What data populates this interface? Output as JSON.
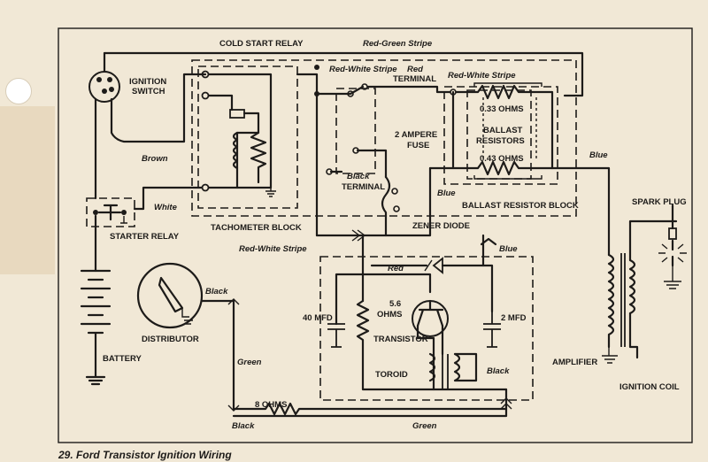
{
  "caption": {
    "number": "29.",
    "title": "Ford Transistor Ignition Wiring"
  },
  "labels": {
    "cold_start_relay": "COLD START RELAY",
    "red_green_stripe": "Red-Green Stripe",
    "ignition_switch_1": "IGNITION",
    "ignition_switch_2": "SWITCH",
    "red_white_stripe_top": "Red-White Stripe",
    "red": "Red",
    "terminal": "TERMINAL",
    "red_white_stripe_right": "Red-White Stripe",
    "ohms_033": "0.33 OHMS",
    "ballast_1": "BALLAST",
    "ballast_2": "RESISTORS",
    "ohms_043": "0.43 OHMS",
    "two_ampere_1": "2 AMPERE",
    "two_ampere_2": "FUSE",
    "brown": "Brown",
    "black_terminal_1": "Black",
    "black_terminal_2": "TERMINAL",
    "blue_fuse": "Blue",
    "blue_right": "Blue",
    "ballast_block": "BALLAST RESISTOR BLOCK",
    "white": "White",
    "spark_plug": "SPARK PLUG",
    "starter_relay": "STARTER RELAY",
    "tachometer_block": "TACHOMETER BLOCK",
    "zener_diode": "ZENER DIODE",
    "red_white_stripe_low": "Red-White Stripe",
    "blue_amp": "Blue",
    "red_amp": "Red",
    "black_dist": "Black",
    "ohms_56_1": "5.6",
    "ohms_56_2": "OHMS",
    "mfd_40": "40 MFD",
    "mfd_2": "2 MFD",
    "distributor": "DISTRIBUTOR",
    "transistor": "TRANSISTOR",
    "battery": "BATTERY",
    "green_vert": "Green",
    "amplifier": "AMPLIFIER",
    "toroid": "TOROID",
    "black_amp": "Black",
    "ignition_coil": "IGNITION COIL",
    "ohms_8": "8 OHMS",
    "black_bottom": "Black",
    "green_bottom": "Green"
  }
}
